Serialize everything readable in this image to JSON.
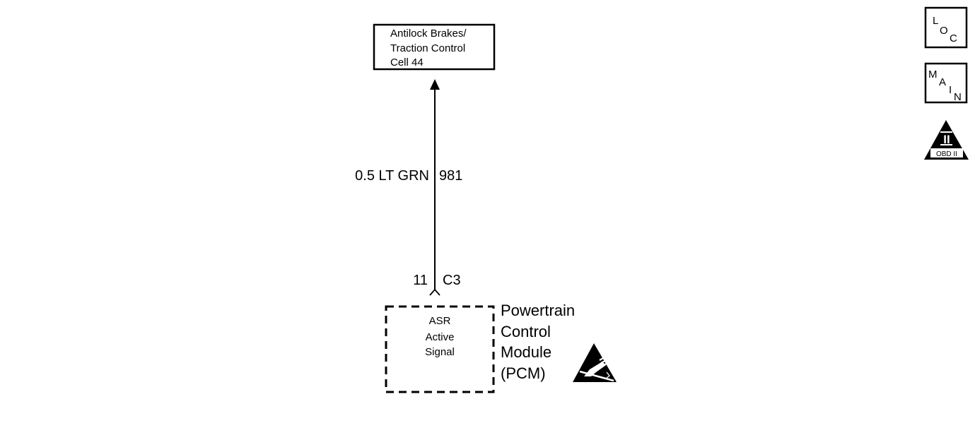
{
  "upper_component": {
    "line1": "Antilock Brakes/",
    "line2": "Traction Control",
    "line3": "Cell 44"
  },
  "wire": {
    "size_color": "0.5 LT GRN",
    "circuit_number": "981"
  },
  "connector": {
    "pin": "11",
    "name": "C3"
  },
  "module": {
    "internal_line1": "ASR",
    "internal_line2": "Active",
    "internal_line3": "Signal",
    "name_line1": "Powertrain",
    "name_line2": "Control",
    "name_line3": "Module",
    "name_line4": "(PCM)"
  },
  "nav": {
    "loc": {
      "l": "L",
      "o": "O",
      "c": "C"
    },
    "main": {
      "m": "M",
      "a": "A",
      "i": "I",
      "n": "N"
    },
    "obd": {
      "numeral": "II",
      "label": "OBD II"
    }
  }
}
